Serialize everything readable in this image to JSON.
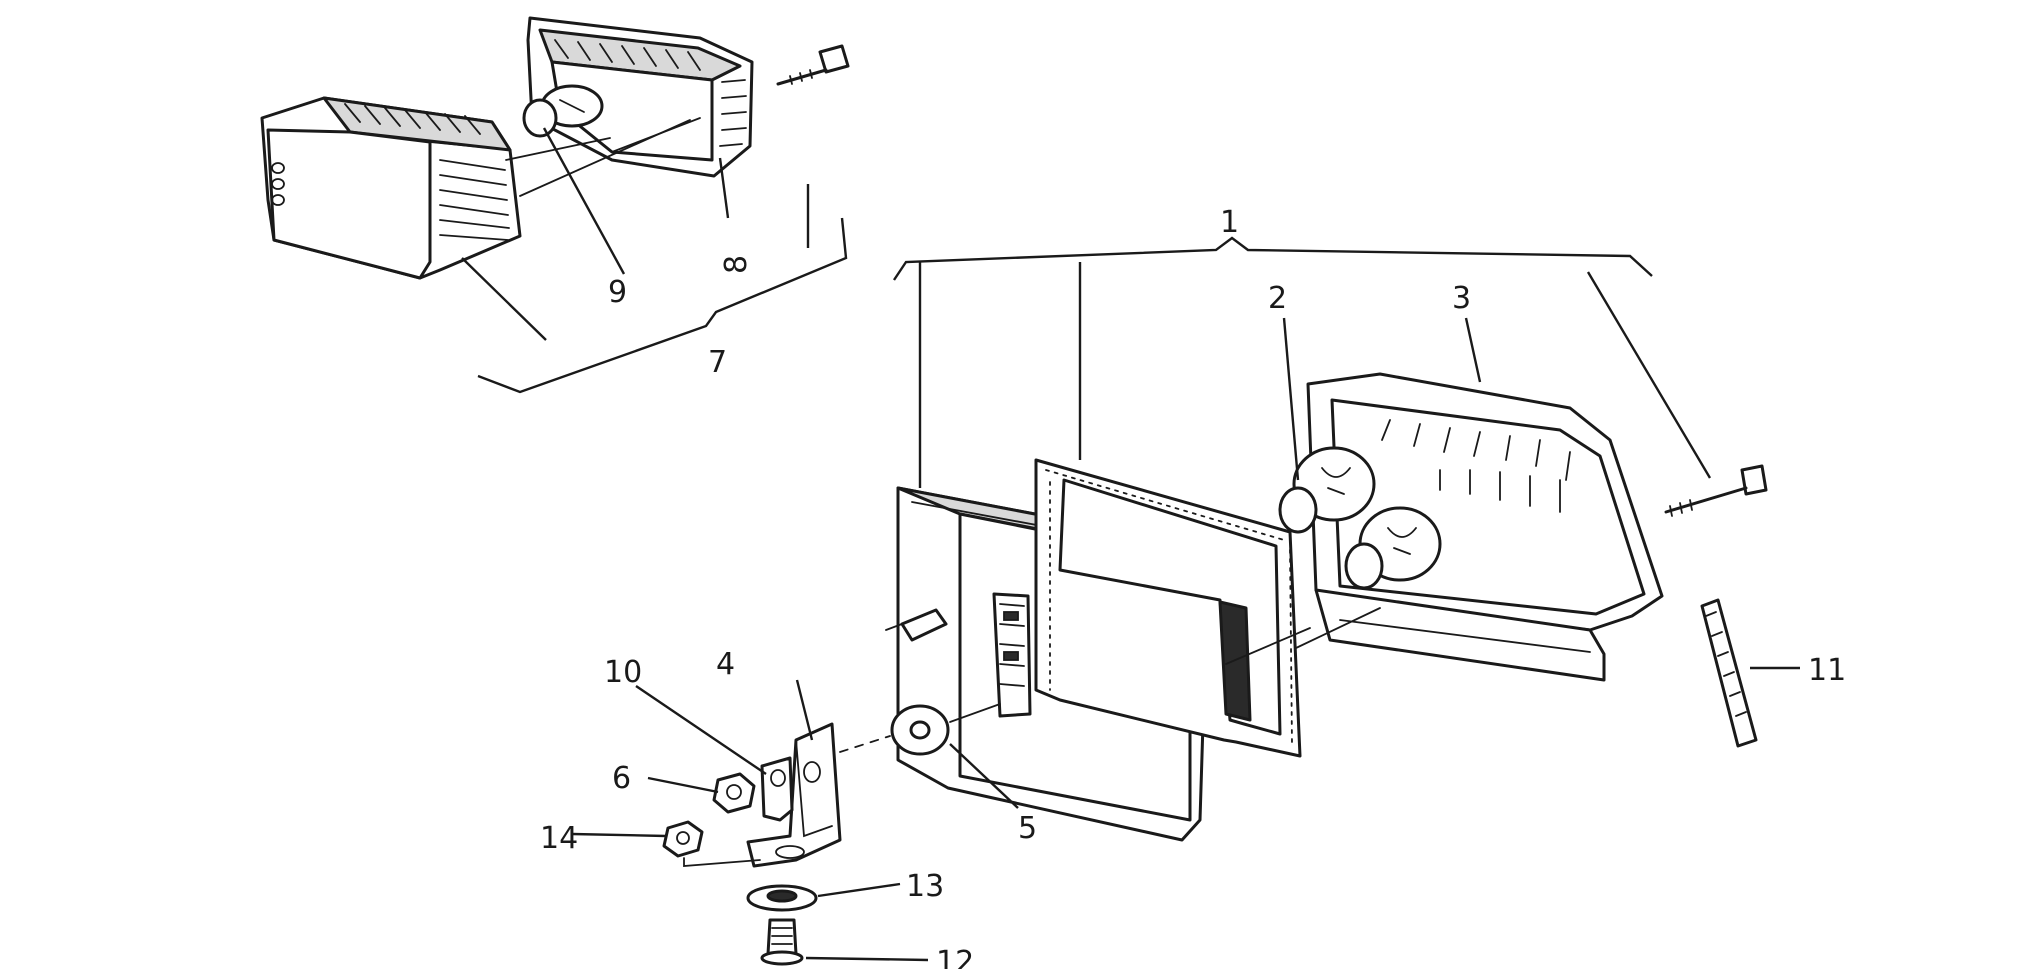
{
  "callouts": [
    {
      "id": "1",
      "label": "1"
    },
    {
      "id": "2",
      "label": "2"
    },
    {
      "id": "3",
      "label": "3"
    },
    {
      "id": "4",
      "label": "4"
    },
    {
      "id": "5",
      "label": "5"
    },
    {
      "id": "6",
      "label": "6"
    },
    {
      "id": "7",
      "label": "7"
    },
    {
      "id": "8",
      "label": "8"
    },
    {
      "id": "9",
      "label": "9"
    },
    {
      "id": "10",
      "label": "10"
    },
    {
      "id": "11",
      "label": "11"
    },
    {
      "id": "12",
      "label": "12"
    },
    {
      "id": "13",
      "label": "13"
    },
    {
      "id": "14",
      "label": "14"
    }
  ],
  "colors": {
    "ink": "#1a1a1a",
    "background": "#ffffff",
    "shade": "#d9d9d9"
  }
}
